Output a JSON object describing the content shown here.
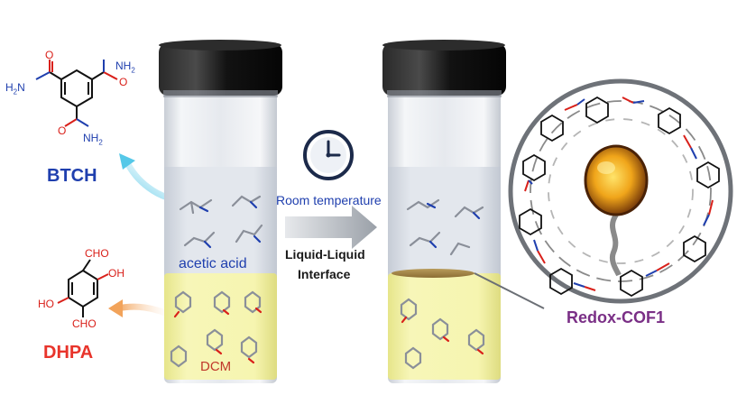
{
  "molecules": {
    "btch": {
      "name": "BTCH",
      "atoms": {
        "nh2": "NH",
        "two": "2",
        "n": "N",
        "h": "H",
        "o": "O"
      }
    },
    "dhpa": {
      "name": "DHPA",
      "atoms": {
        "cho": "CHO",
        "oh": "OH",
        "ho": "HO"
      }
    }
  },
  "vials": {
    "left": {
      "top_layer": "acetic acid",
      "bottom_layer": "DCM"
    }
  },
  "process": {
    "condition": "Room temperature",
    "method_line1": "Liquid-Liquid",
    "method_line2": "Interface"
  },
  "product": {
    "name": "Redox-COF1"
  },
  "colors": {
    "btch": "#1f3fae",
    "dhpa": "#e8342b",
    "redox": "#7a2f86",
    "bond_red": "#d9201a",
    "bond_blue": "#1f3fae",
    "cap": "#141414",
    "acid_layer": "#dfe3e9",
    "dcm_layer": "#f3f19a"
  },
  "icons": [
    "clock-icon",
    "arrow-right-icon",
    "curved-arrow-icon",
    "magnifier-circle-icon",
    "cof-film-icon",
    "cof-droplet-photo"
  ]
}
